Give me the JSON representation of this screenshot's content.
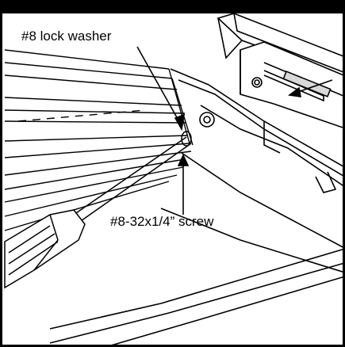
{
  "callouts": {
    "lock_washer": "#8 lock washer",
    "screw": "#8-32x1/4” screw"
  },
  "colors": {
    "line": "#000000",
    "background": "#ffffff",
    "shade": "#d9d9d9"
  },
  "icons": [
    "screwdriver",
    "arrow"
  ]
}
